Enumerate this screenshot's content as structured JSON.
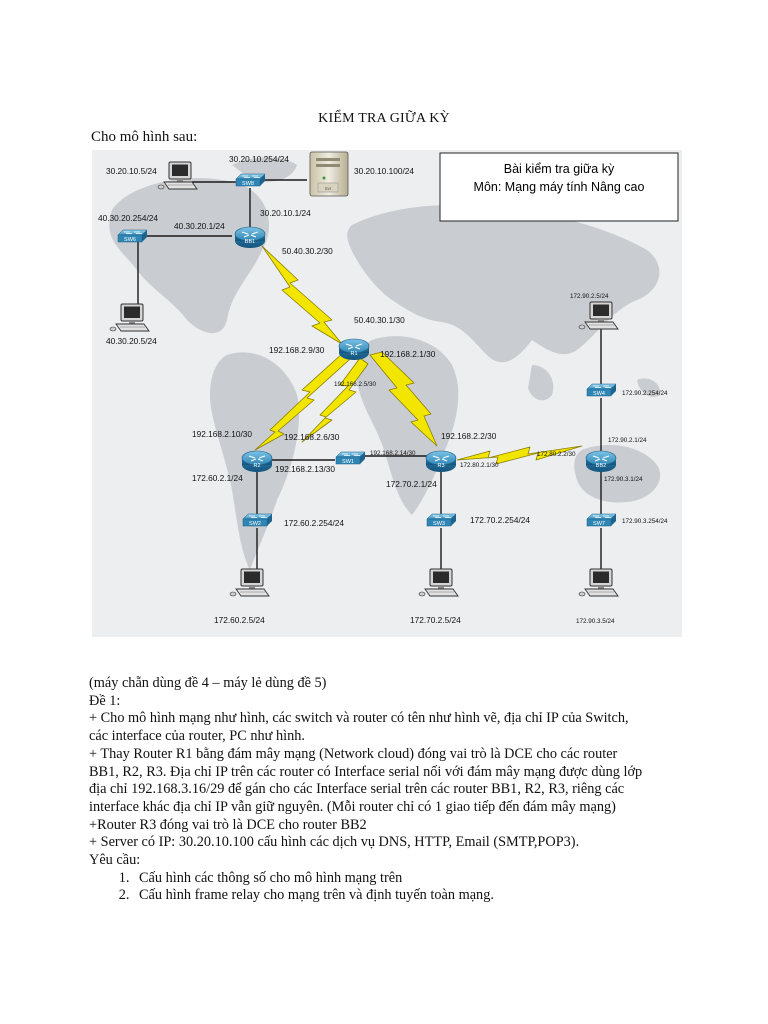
{
  "title": "KIỂM TRA GIỮA KỲ",
  "intro": "Cho mô hình sau:",
  "diagram": {
    "info_box": {
      "line1": "Bài kiểm tra giữa kỳ",
      "line2": "Môn: Mạng máy tính Nâng cao"
    },
    "devices": {
      "sw8": "SW8",
      "sw6": "SW6",
      "bb1": "BB1",
      "r1": "R1",
      "r2": "R2",
      "r3": "R3",
      "sw1": "SW1",
      "sw2": "SW2",
      "sw3": "SW3",
      "sw4": "SW4",
      "sw7": "SW7",
      "bb2": "BB2",
      "server": "Svr"
    },
    "labels": {
      "pc_top": "30.20.10.5/24",
      "sw8_ip": "30.20.10.254/24",
      "server_ip": "30.20.10.100/24",
      "sw6_ip": "40.30.20.254/24",
      "bb1_lan6": "40.30.20.1/24",
      "bb1_lan8": "30.20.10.1/24",
      "bb1_serial": "50.40.30.2/30",
      "pc_left": "40.30.20.5/24",
      "r1_serial_bb1": "50.40.30.1/30",
      "r1_serial_r2": "192.168.2.9/30",
      "r1_serial_r3": "192.168.2.1/30",
      "r1_r2_mid": "192.168.2.5/30",
      "r2_serial_r1": "192.168.2.10/30",
      "r2_serial_r1b": "192.168.2.6/30",
      "r3_serial_r1": "192.168.2.2/30",
      "sw1_r3": "192.168.2.14/30",
      "r2_sw1": "192.168.2.13/30",
      "r2_lan": "172.60.2.1/24",
      "sw2_ip": "172.60.2.254/24",
      "pc_r2": "172.60.2.5/24",
      "r3_serial_bb2": "172.80.2.1/30",
      "bb2_serial": "172.80.2.2/30",
      "r3_lan": "172.70.2.1/24",
      "sw3_ip": "172.70.2.254/24",
      "pc_r3": "172.70.2.5/24",
      "pc_right_top": "172.90.2.5/24",
      "sw4_ip": "172.90.2.254/24",
      "bb2_lan4": "172.90.2.1/24",
      "bb2_lan7": "172.90.3.1/24",
      "sw7_ip": "172.90.3.254/24",
      "pc_right_bottom": "172.90.3.5/24"
    }
  },
  "body": {
    "line1": "(máy chẵn dùng đề 4 – máy lẻ dùng đề 5)",
    "line2": "Đề 1:",
    "line3": "+ Cho mô hình mạng như hình, các switch và router có tên như hình vẽ, địa chỉ IP của Switch,",
    "line4": "các interface của router, PC như hình.",
    "line5": "+ Thay Router R1 bằng đám mây mạng (Network cloud) đóng vai trò là DCE cho các router",
    "line6": "BB1, R2, R3. Địa chỉ IP trên các router có  Interface serial nối với đám mây mạng được dùng lớp",
    "line7": "địa chỉ 192.168.3.16/29 để gán cho các Interface serial trên các router BB1, R2, R3, riêng các",
    "line8": "interface khác địa chỉ IP vẫn giữ nguyên. (Mỗi router chỉ có 1 giao tiếp đến đám mây mạng)",
    "line9": "+Router R3 đóng vai trò là DCE cho router BB2",
    "line10": "+ Server có IP: 30.20.10.100 cấu hình các dịch vụ DNS, HTTP, Email (SMTP,POP3).",
    "line11": "Yêu cầu:",
    "req1": "Cấu hình các thông số cho mô hình mạng trên",
    "req2": "Cấu hình frame relay cho mạng trên và định tuyến toàn mạng."
  },
  "colors": {
    "router": "#2f86b5",
    "switch": "#2f86b5",
    "serial_link": "#f2e600",
    "map": "#c9ccd0",
    "map_bg": "#eceef0"
  }
}
